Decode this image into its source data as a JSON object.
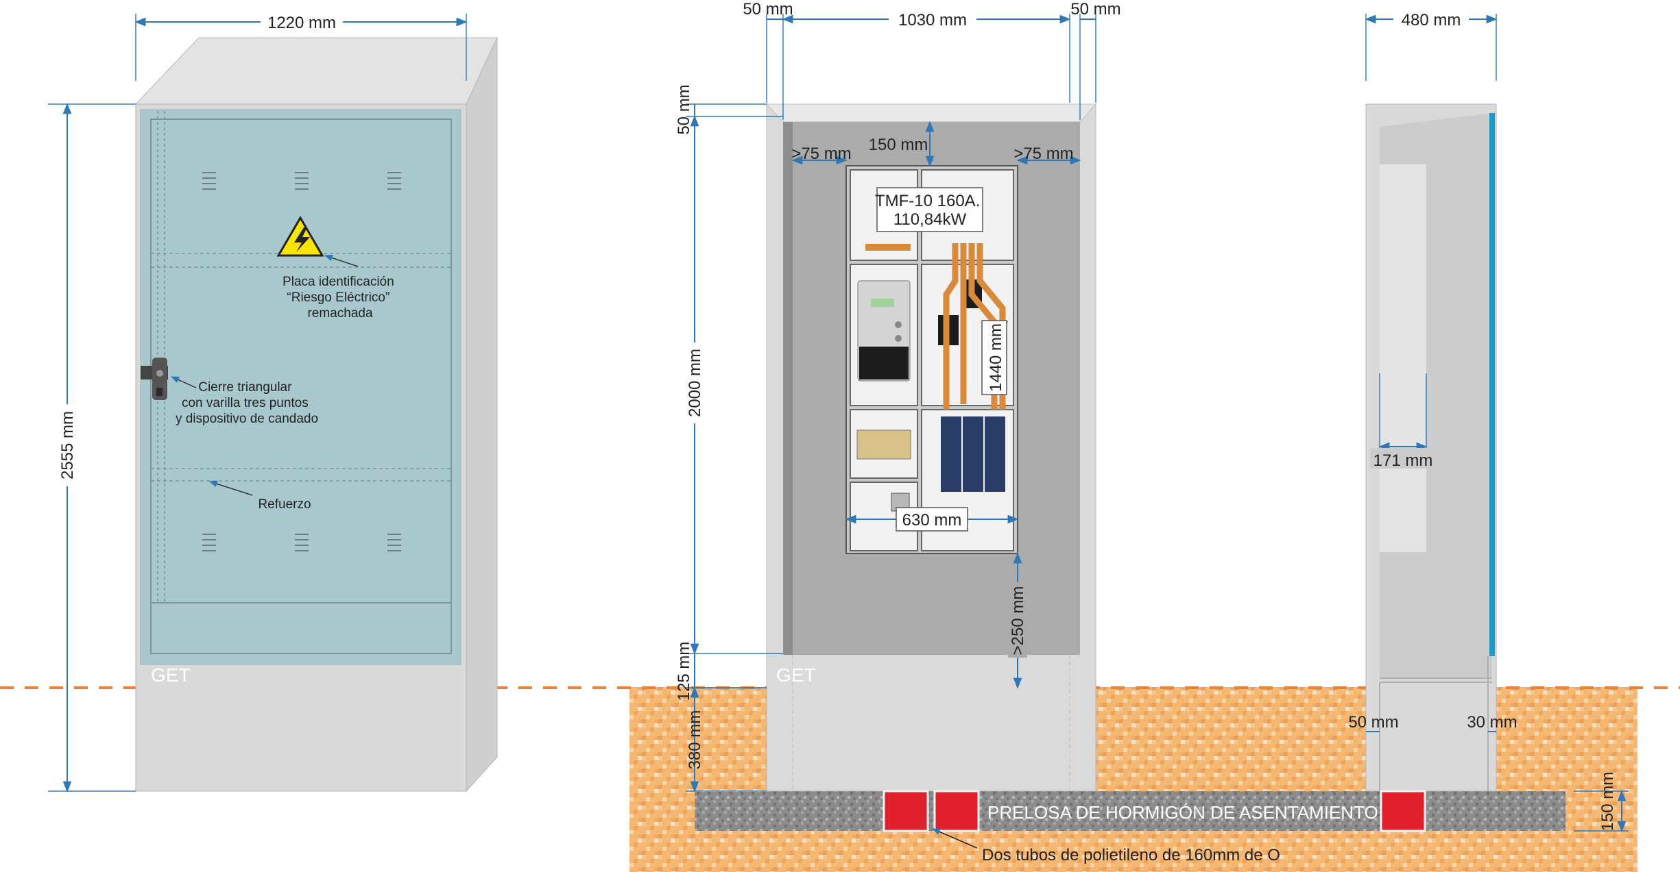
{
  "front_view": {
    "width_label": "1220 mm",
    "height_label": "2555 mm",
    "sign_note": [
      "Placa identificación",
      "“Riesgo Eléctrico”",
      "remachada"
    ],
    "lock_note": [
      "Cierre triangular",
      "con varilla tres puntos",
      "y dispositivo de candado"
    ],
    "reinforcement_note": "Refuerzo",
    "brand": "GET"
  },
  "interior_view": {
    "left_margin_label": "50 mm",
    "inner_width_label": "1030 mm",
    "right_margin_label": "50 mm",
    "top_margin_label": "50 mm",
    "top_clearance_label": "150 mm",
    "left_clearance_label": ">75 mm",
    "right_clearance_label": ">75 mm",
    "inner_height_label": "2000 mm",
    "plinth_label": "125 mm",
    "buried_label": "380 mm",
    "panel_height_label": "1440 mm",
    "panel_width_label": "630 mm",
    "bottom_clearance_label": ">250 mm",
    "breaker_label": [
      "TMF-10 160A.",
      "110,84kW"
    ],
    "brand": "GET"
  },
  "side_view": {
    "depth_label": "480 mm",
    "inner_depth_label": "171 mm",
    "wall_left_label": "50 mm",
    "wall_right_label": "30 mm"
  },
  "foundation": {
    "slab_label": "PRELOSA DE HORMIGÓN DE ASENTAMIENTO",
    "slab_thickness_label": "150 mm",
    "tubes_note": "Dos tubos de polietileno de 160mm de O"
  },
  "colors": {
    "door": "#a9c8ce",
    "cabinet": "#d9d9d9",
    "ground": "#f5b873",
    "ground_line": "#e8823a",
    "slab": "#8a8a8a",
    "tube": "#e0202a",
    "dimension": "#2e78b7",
    "copper_bar": "#d9893a"
  }
}
